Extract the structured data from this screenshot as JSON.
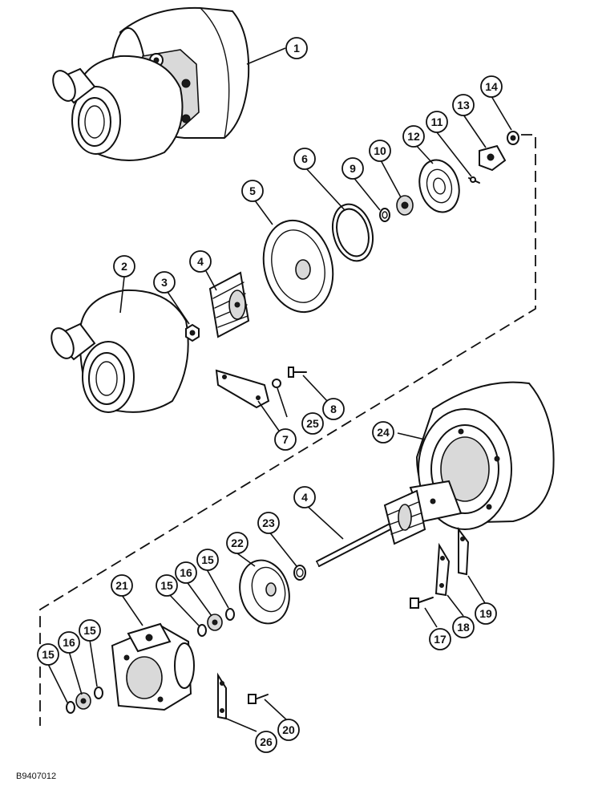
{
  "figure_code": "B9407012",
  "callouts": [
    {
      "label": "1"
    },
    {
      "label": "2"
    },
    {
      "label": "3"
    },
    {
      "label": "4"
    },
    {
      "label": "5"
    },
    {
      "label": "6"
    },
    {
      "label": "7"
    },
    {
      "label": "8"
    },
    {
      "label": "9"
    },
    {
      "label": "10"
    },
    {
      "label": "11"
    },
    {
      "label": "12"
    },
    {
      "label": "13"
    },
    {
      "label": "14"
    },
    {
      "label": "25"
    },
    {
      "label": "24"
    },
    {
      "label": "4"
    },
    {
      "label": "23"
    },
    {
      "label": "22"
    },
    {
      "label": "21"
    },
    {
      "label": "15"
    },
    {
      "label": "16"
    },
    {
      "label": "15"
    },
    {
      "label": "15"
    },
    {
      "label": "16"
    },
    {
      "label": "15"
    },
    {
      "label": "17"
    },
    {
      "label": "18"
    },
    {
      "label": "19"
    },
    {
      "label": "20"
    },
    {
      "label": "26"
    }
  ]
}
